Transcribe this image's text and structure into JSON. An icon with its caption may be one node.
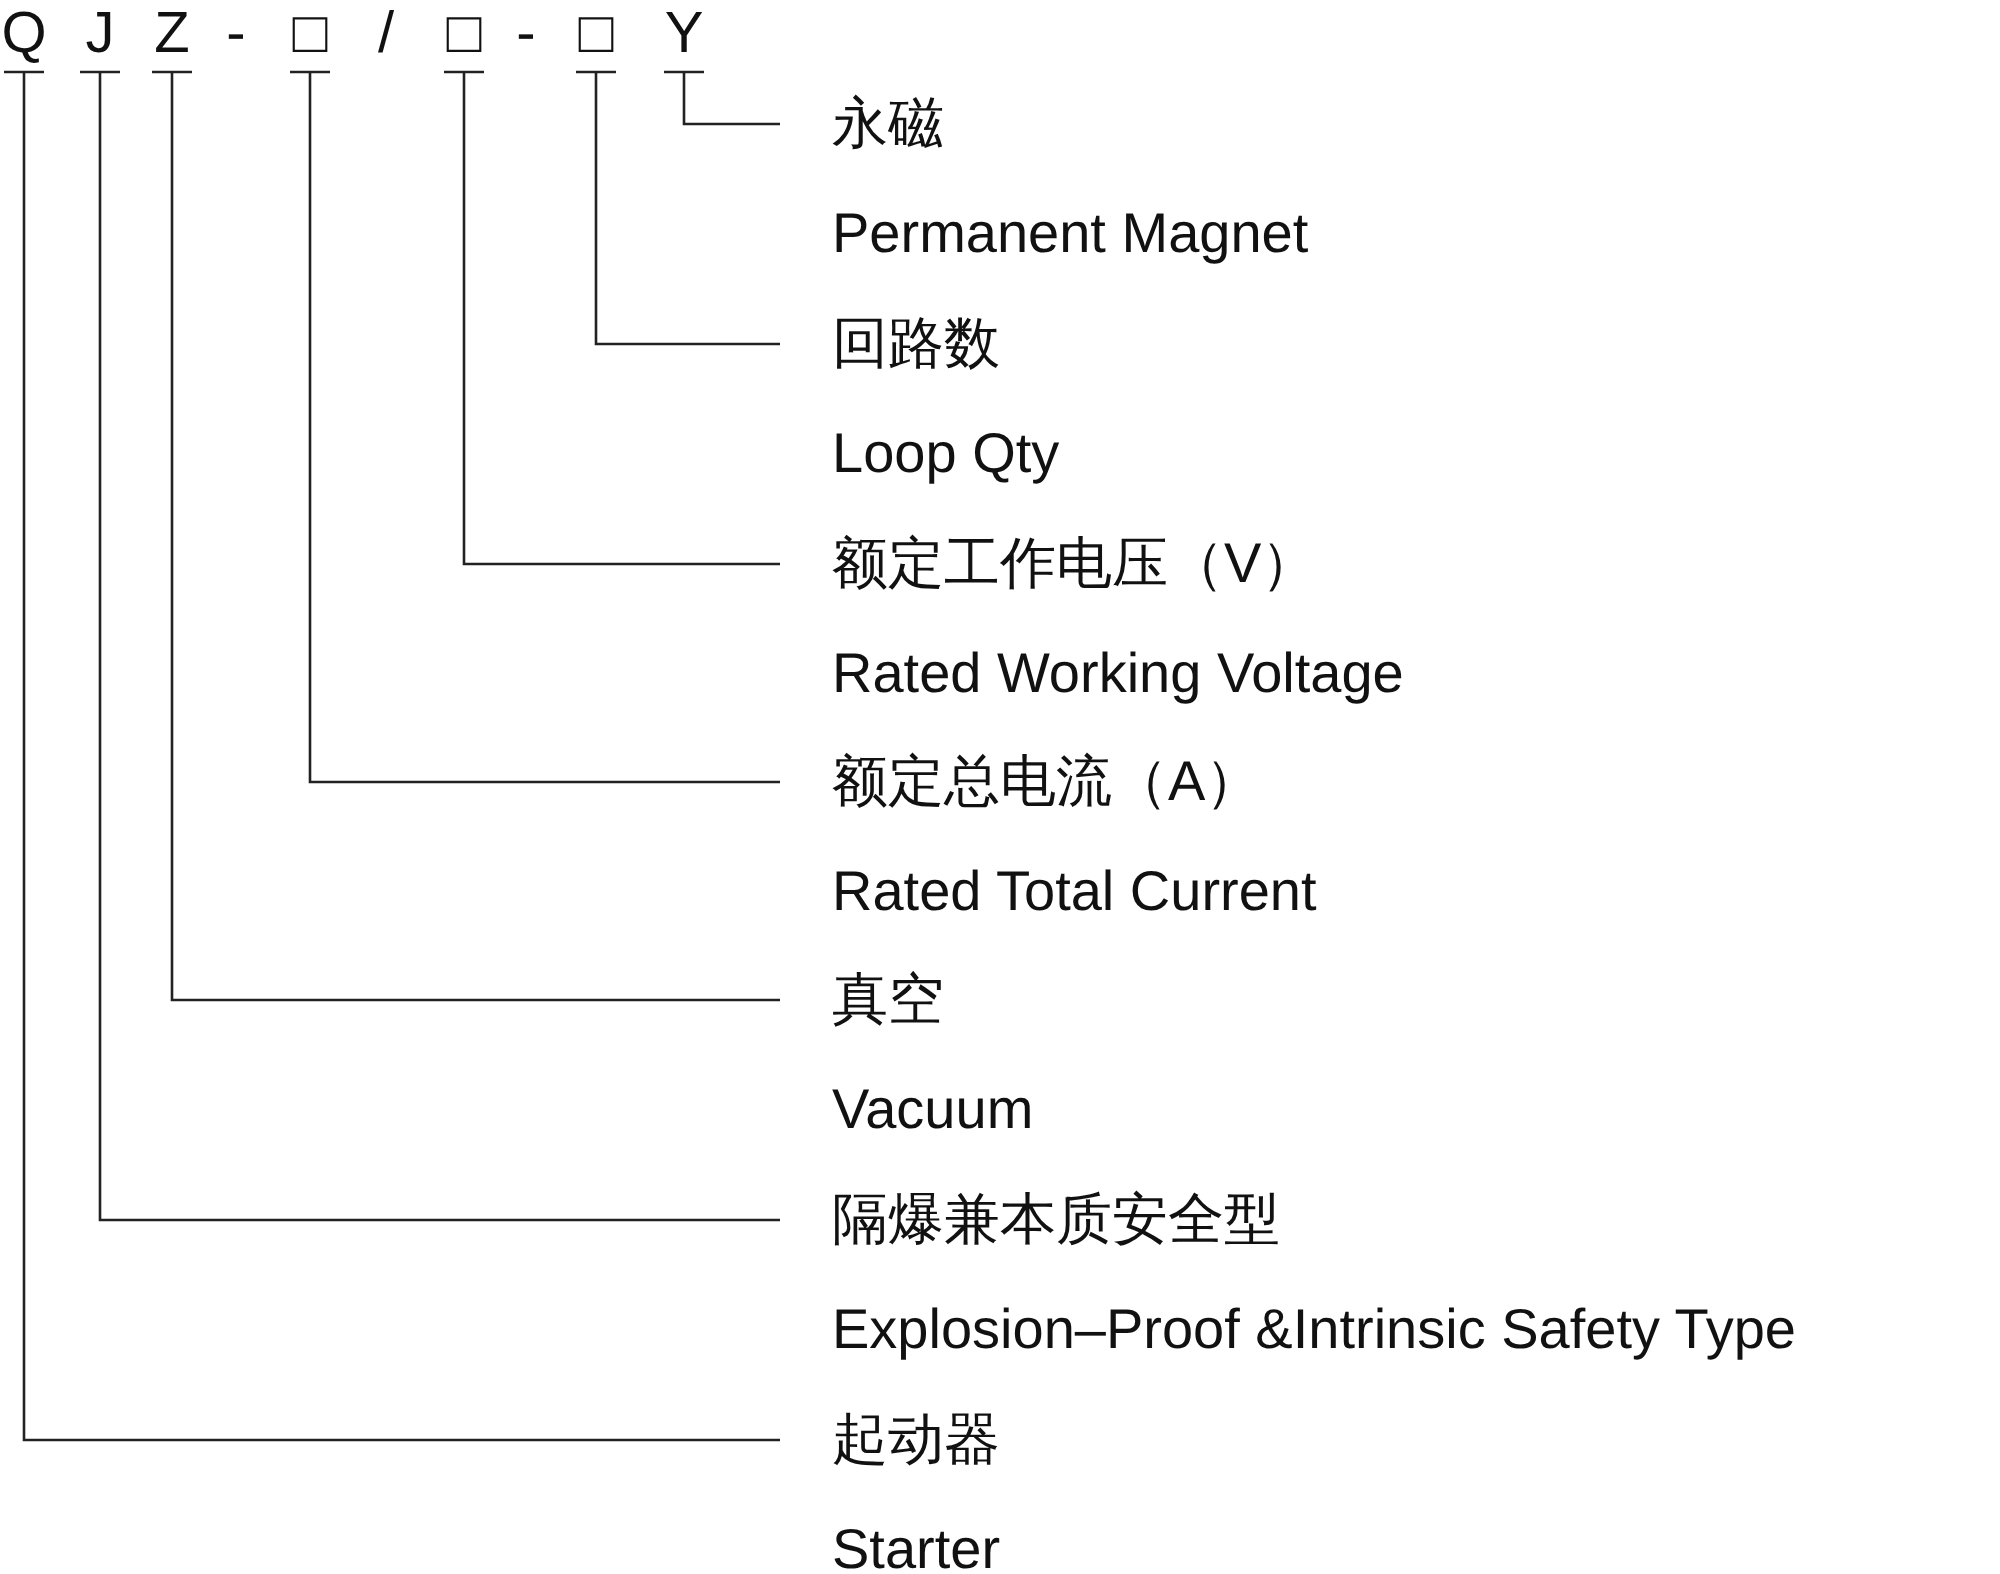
{
  "diagram": {
    "nodes": [
      {
        "text": [
          "Q"
        ]
      },
      {
        "text": [
          "J"
        ]
      },
      {
        "text": [
          "Z"
        ]
      },
      {
        "text": [
          "□"
        ]
      },
      {
        "text": [
          "□"
        ]
      },
      {
        "text": [
          "□"
        ]
      },
      {
        "text": [
          "Y"
        ]
      },
      {
        "text": [
          "永磁",
          "Permanent Magnet"
        ]
      },
      {
        "text": [
          "回路数",
          "Loop Qty"
        ]
      },
      {
        "text": [
          "额定工作电压（V）",
          "Rated Working Voltage"
        ]
      },
      {
        "text": [
          "额定总电流（A）",
          "Rated Total Current"
        ]
      },
      {
        "text": [
          "真空",
          "Vacuum"
        ]
      },
      {
        "text": [
          "隔爆兼本质安全型",
          "Explosion–Proof &Intrinsic Safety Type"
        ]
      },
      {
        "text": [
          "起动器",
          "Starter"
        ]
      }
    ],
    "edges": [
      {
        "from": 7,
        "to": 6,
        "arrow": "none"
      },
      {
        "from": 8,
        "to": 5,
        "arrow": "none"
      },
      {
        "from": 9,
        "to": 4,
        "arrow": "none"
      },
      {
        "from": 10,
        "to": 3,
        "arrow": "none"
      },
      {
        "from": 11,
        "to": 2,
        "arrow": "none"
      },
      {
        "from": 12,
        "to": 1,
        "arrow": "none"
      },
      {
        "from": 13,
        "to": 0,
        "arrow": "none"
      }
    ],
    "labels": [
      "-",
      "/",
      "-"
    ]
  }
}
